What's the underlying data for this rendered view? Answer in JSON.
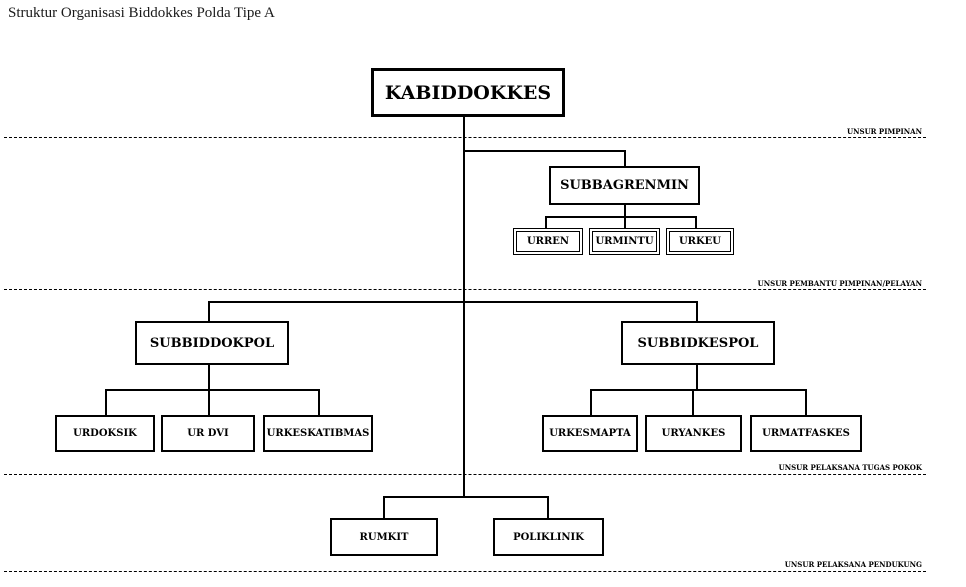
{
  "title": "Struktur Organisasi Biddokkes Polda Tipe A",
  "sections": {
    "pimpinan": "UNSUR PIMPINAN",
    "pembantu": "UNSUR  PEMBANTU PIMPINAN/PELAYAN",
    "tugas_pokok": "UNSUR PELAKSANA TUGAS POKOK",
    "pendukung": "UNSUR PELAKSANA PENDUKUNG"
  },
  "units": {
    "kabiddokkes": "KABIDDOKKES",
    "subbagrenmin": "SUBBAGRENMIN",
    "urren": "URREN",
    "urmintu": "URMINTU",
    "urkeu": "URKEU",
    "subbiddokpol": "SUBBIDDOKPOL",
    "urdoksik": "URDOKSIK",
    "ur_dvi": "UR DVI",
    "urkeskatibmas": "URKESKATIBMAS",
    "subbidkespol": "SUBBIDKESPOL",
    "urkesmapta": "URKESMAPTA",
    "uryankes": "URYANKES",
    "urmatfaskes": "URMATFASKES",
    "rumkit": "RUMKIT",
    "poliklinik": "POLIKLINIK"
  }
}
